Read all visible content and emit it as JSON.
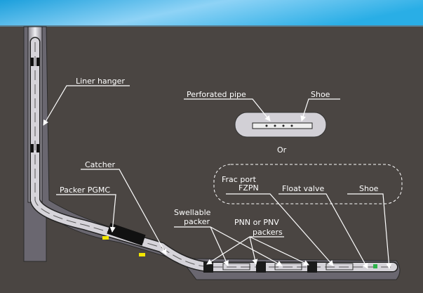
{
  "labels": {
    "liner_hanger": "Liner hanger",
    "perforated_pipe": "Perforated pipe",
    "shoe_alt": "Shoe",
    "or": "Or",
    "catcher": "Catcher",
    "packer_pgmc": "Packer PGMC",
    "frac_port_1": "Frac port",
    "frac_port_2": "FZPN",
    "float_valve": "Float valve",
    "shoe": "Shoe",
    "swellable_1": "Swellable",
    "swellable_2": "packer",
    "pnn_1": "PNN or PNV",
    "pnn_2": "packers"
  },
  "colors": {
    "sky_top": "#1b9fdc",
    "sky_light": "#a9def8",
    "earth": "#4a4542",
    "pipe": "#d6d4da",
    "packer": "#1a1a1a",
    "accent_yellow": "#f2e600"
  }
}
